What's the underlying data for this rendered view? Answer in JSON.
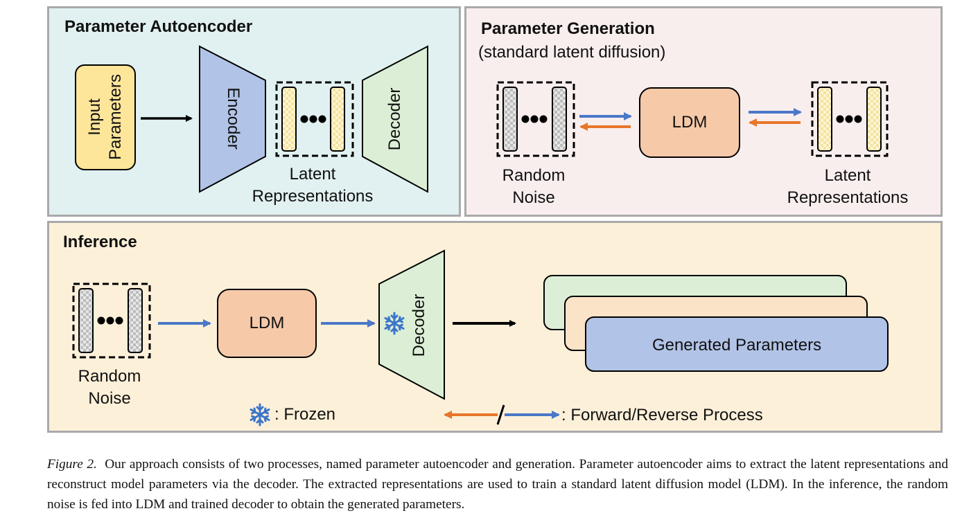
{
  "colors": {
    "autoencoder_bg": "#e1f0f0",
    "generation_bg": "#f9eeee",
    "inference_bg": "#fdf0d9",
    "input_params_fill": "#fde59a",
    "encoder_fill": "#b1c3e6",
    "decoder_fill": "#dcefd6",
    "ldm_fill": "#f6c9a9",
    "generated_fill": "#b1c3e6",
    "forward_arrow": "#e8762a",
    "reverse_arrow": "#4a78c8"
  },
  "autoencoder": {
    "title": "Parameter Autoencoder",
    "input_label": "Input\nParameters",
    "encoder_label": "Encoder",
    "decoder_label": "Decoder",
    "latent_label": "Latent\nRepresentations"
  },
  "generation": {
    "title": "Parameter Generation",
    "subtitle": "(standard latent diffusion)",
    "noise_label": "Random\nNoise",
    "ldm_label": "LDM",
    "latent_label": "Latent\nRepresentations"
  },
  "inference": {
    "title": "Inference",
    "noise_label": "Random\nNoise",
    "ldm_label": "LDM",
    "decoder_label": "Decoder",
    "generated_label": "Generated Parameters",
    "legend_frozen": ": Frozen",
    "legend_process": ": Forward/Reverse Process",
    "frozen_icon": "snowflake-icon"
  },
  "caption": {
    "figure_label": "Figure 2.",
    "text": "Our approach consists of two processes, named parameter autoencoder and generation. Parameter autoencoder aims to extract the latent representations and reconstruct model parameters via the decoder. The extracted representations are used to train a standard latent diffusion model (LDM). In the inference, the random noise is fed into LDM and trained decoder to obtain the generated parameters."
  }
}
